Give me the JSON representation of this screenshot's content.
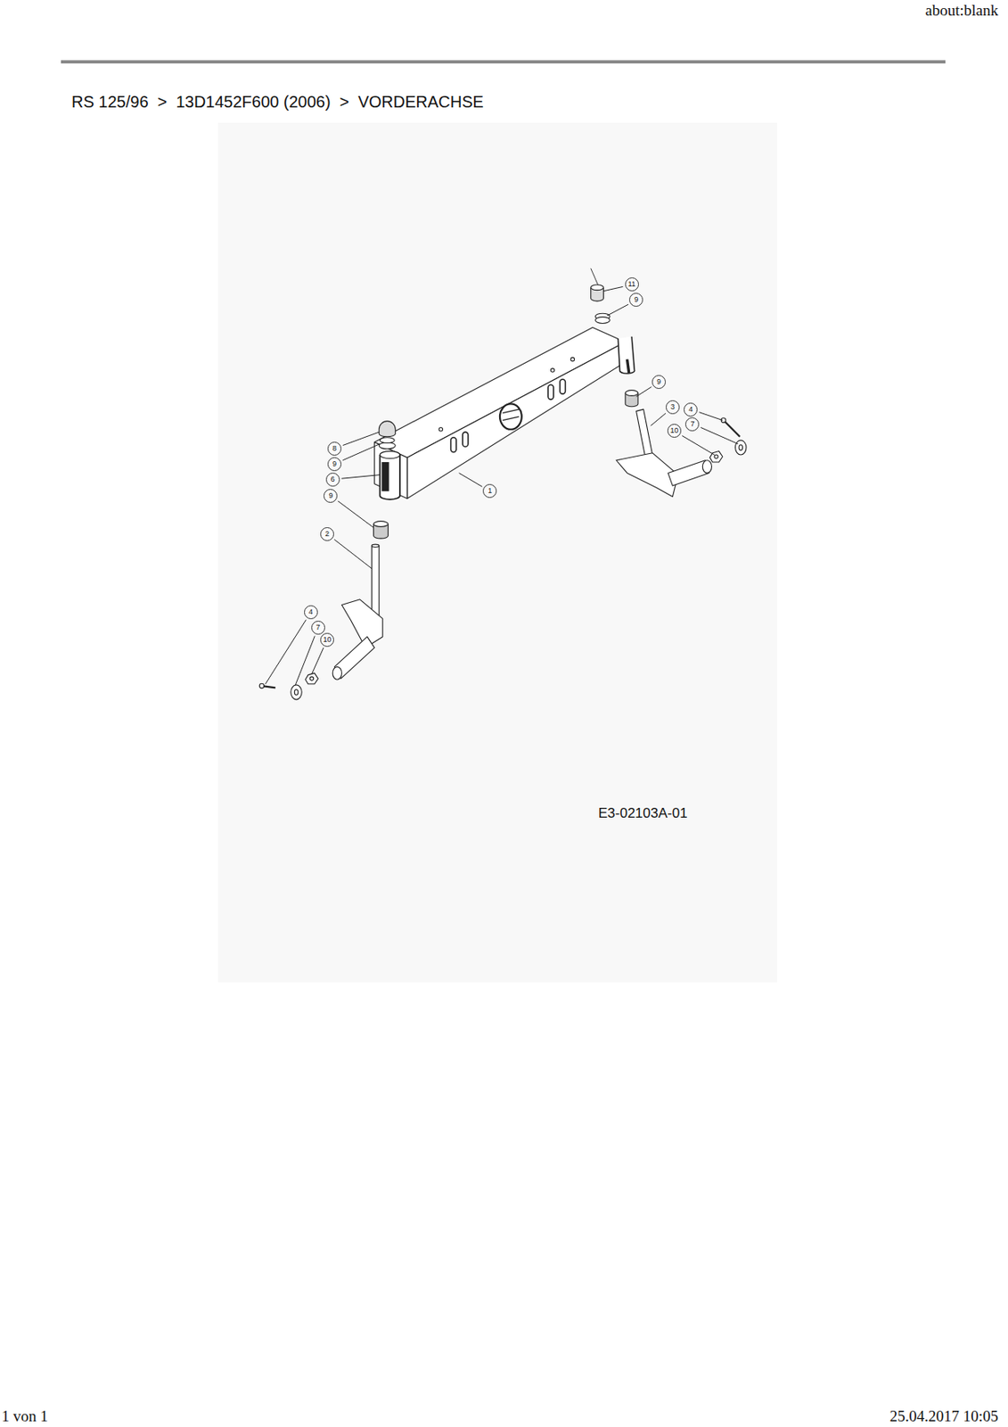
{
  "diagram": {
    "title": "RS 125/96  >  13D1452F600 (2006)  >  VORDERACHSE",
    "labels": [
      "about:blank",
      "11",
      "9",
      "9",
      "3",
      "4",
      "7",
      "10",
      "1",
      "8",
      "9",
      "6",
      "9",
      "2",
      "4",
      "7",
      "10",
      "E3-02103A-01",
      "1 von 1",
      "25.04.2017 10:05"
    ]
  }
}
